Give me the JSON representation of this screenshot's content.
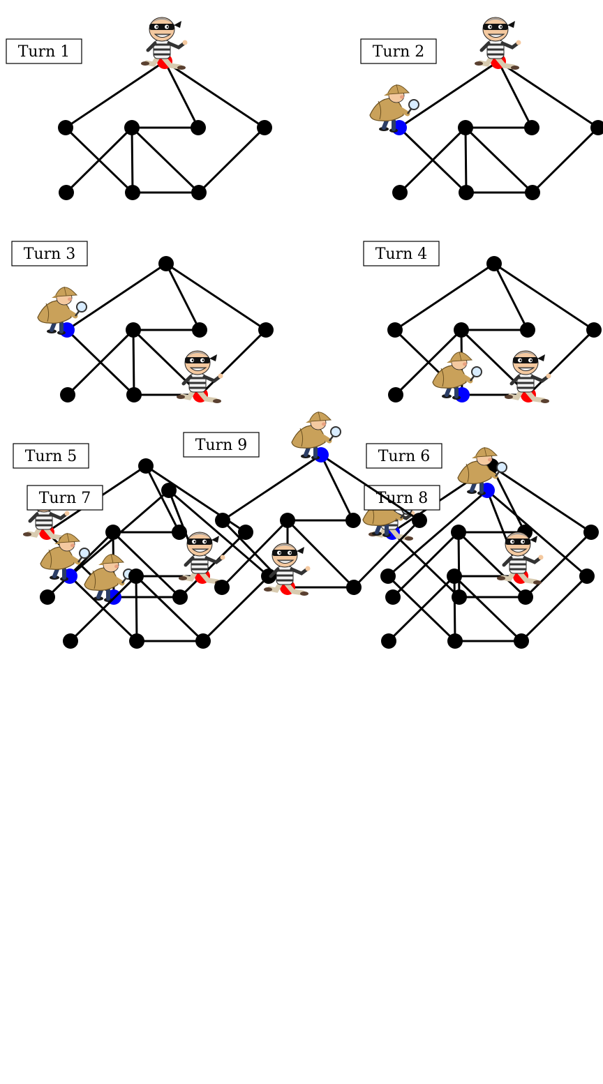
{
  "colors": {
    "vertex": "#000000",
    "edge": "#000000",
    "robber_vertex": "#ff0000",
    "cop_vertex": "#0000ff",
    "skin": "#f4c9a0",
    "coat": "#c9a15a",
    "stripe_dark": "#333333"
  },
  "graph": {
    "vertices": [
      "top",
      "left",
      "mid",
      "inner_right",
      "right",
      "bottom_left",
      "bottom_mid",
      "bottom_right"
    ],
    "edges": [
      [
        "top",
        "left"
      ],
      [
        "top",
        "inner_right"
      ],
      [
        "top",
        "right"
      ],
      [
        "left",
        "bottom_mid"
      ],
      [
        "mid",
        "bottom_left"
      ],
      [
        "mid",
        "inner_right"
      ],
      [
        "mid",
        "bottom_mid"
      ],
      [
        "mid",
        "bottom_right"
      ],
      [
        "bottom_mid",
        "bottom_right"
      ],
      [
        "right",
        "bottom_right"
      ]
    ]
  },
  "panels": [
    {
      "label": "Turn 1",
      "robber": "top",
      "cop": null
    },
    {
      "label": "Turn 2",
      "robber": "top",
      "cop": "left"
    },
    {
      "label": "Turn 3",
      "robber": "bottom_right",
      "cop": "left"
    },
    {
      "label": "Turn 4",
      "robber": "bottom_right",
      "cop": "bottom_mid"
    },
    {
      "label": "Turn 5",
      "robber": "left",
      "cop": "bottom_mid"
    },
    {
      "label": "Turn 6",
      "robber": "left",
      "cop": "left"
    },
    {
      "label": "Turn 7",
      "robber": "inner_right",
      "cop": "left"
    },
    {
      "label": "Turn 8",
      "robber": "inner_right",
      "cop": "top"
    },
    {
      "label": "Turn 9",
      "robber": "bottom_mid",
      "cop": "top"
    }
  ]
}
